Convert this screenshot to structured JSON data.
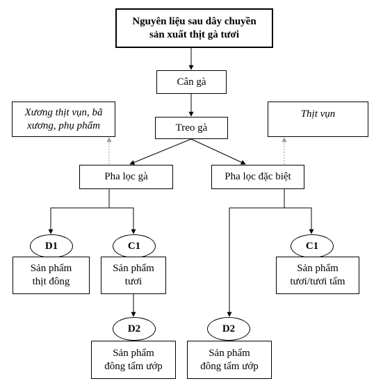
{
  "nodes": {
    "raw_material": {
      "lines": [
        "Nguyên liệu sau dây chuyền",
        "sản xuất thịt gà tươi"
      ]
    },
    "weigh": {
      "label": "Cân gà"
    },
    "hang": {
      "label": "Treo gà"
    },
    "left_byproduct": {
      "lines": [
        "Xương thịt vụn, bã",
        "xương, phụ phẩm"
      ]
    },
    "right_byproduct": {
      "label": "Thịt vụn"
    },
    "cut_chicken": {
      "label": "Pha lọc gà"
    },
    "cut_special": {
      "label": "Pha lọc đặc biệt"
    },
    "d1": {
      "label": "D1"
    },
    "c1_left": {
      "label": "C1"
    },
    "c1_right": {
      "label": "C1"
    },
    "d2_left": {
      "label": "D2"
    },
    "d2_right": {
      "label": "D2"
    },
    "frozen_product": {
      "lines": [
        "Sản phẩm",
        "thịt đông"
      ]
    },
    "fresh_product": {
      "lines": [
        "Sản phẩm",
        "tươi"
      ]
    },
    "fresh_marinated_product": {
      "lines": [
        "Sản phẩm",
        "tươi/tươi tẩm"
      ]
    },
    "frozen_marinated_left": {
      "lines": [
        "Sản phẩm",
        "đông tẩm ướp"
      ]
    },
    "frozen_marinated_right": {
      "lines": [
        "Sản phẩm",
        "đông tẩm ướp"
      ]
    }
  }
}
